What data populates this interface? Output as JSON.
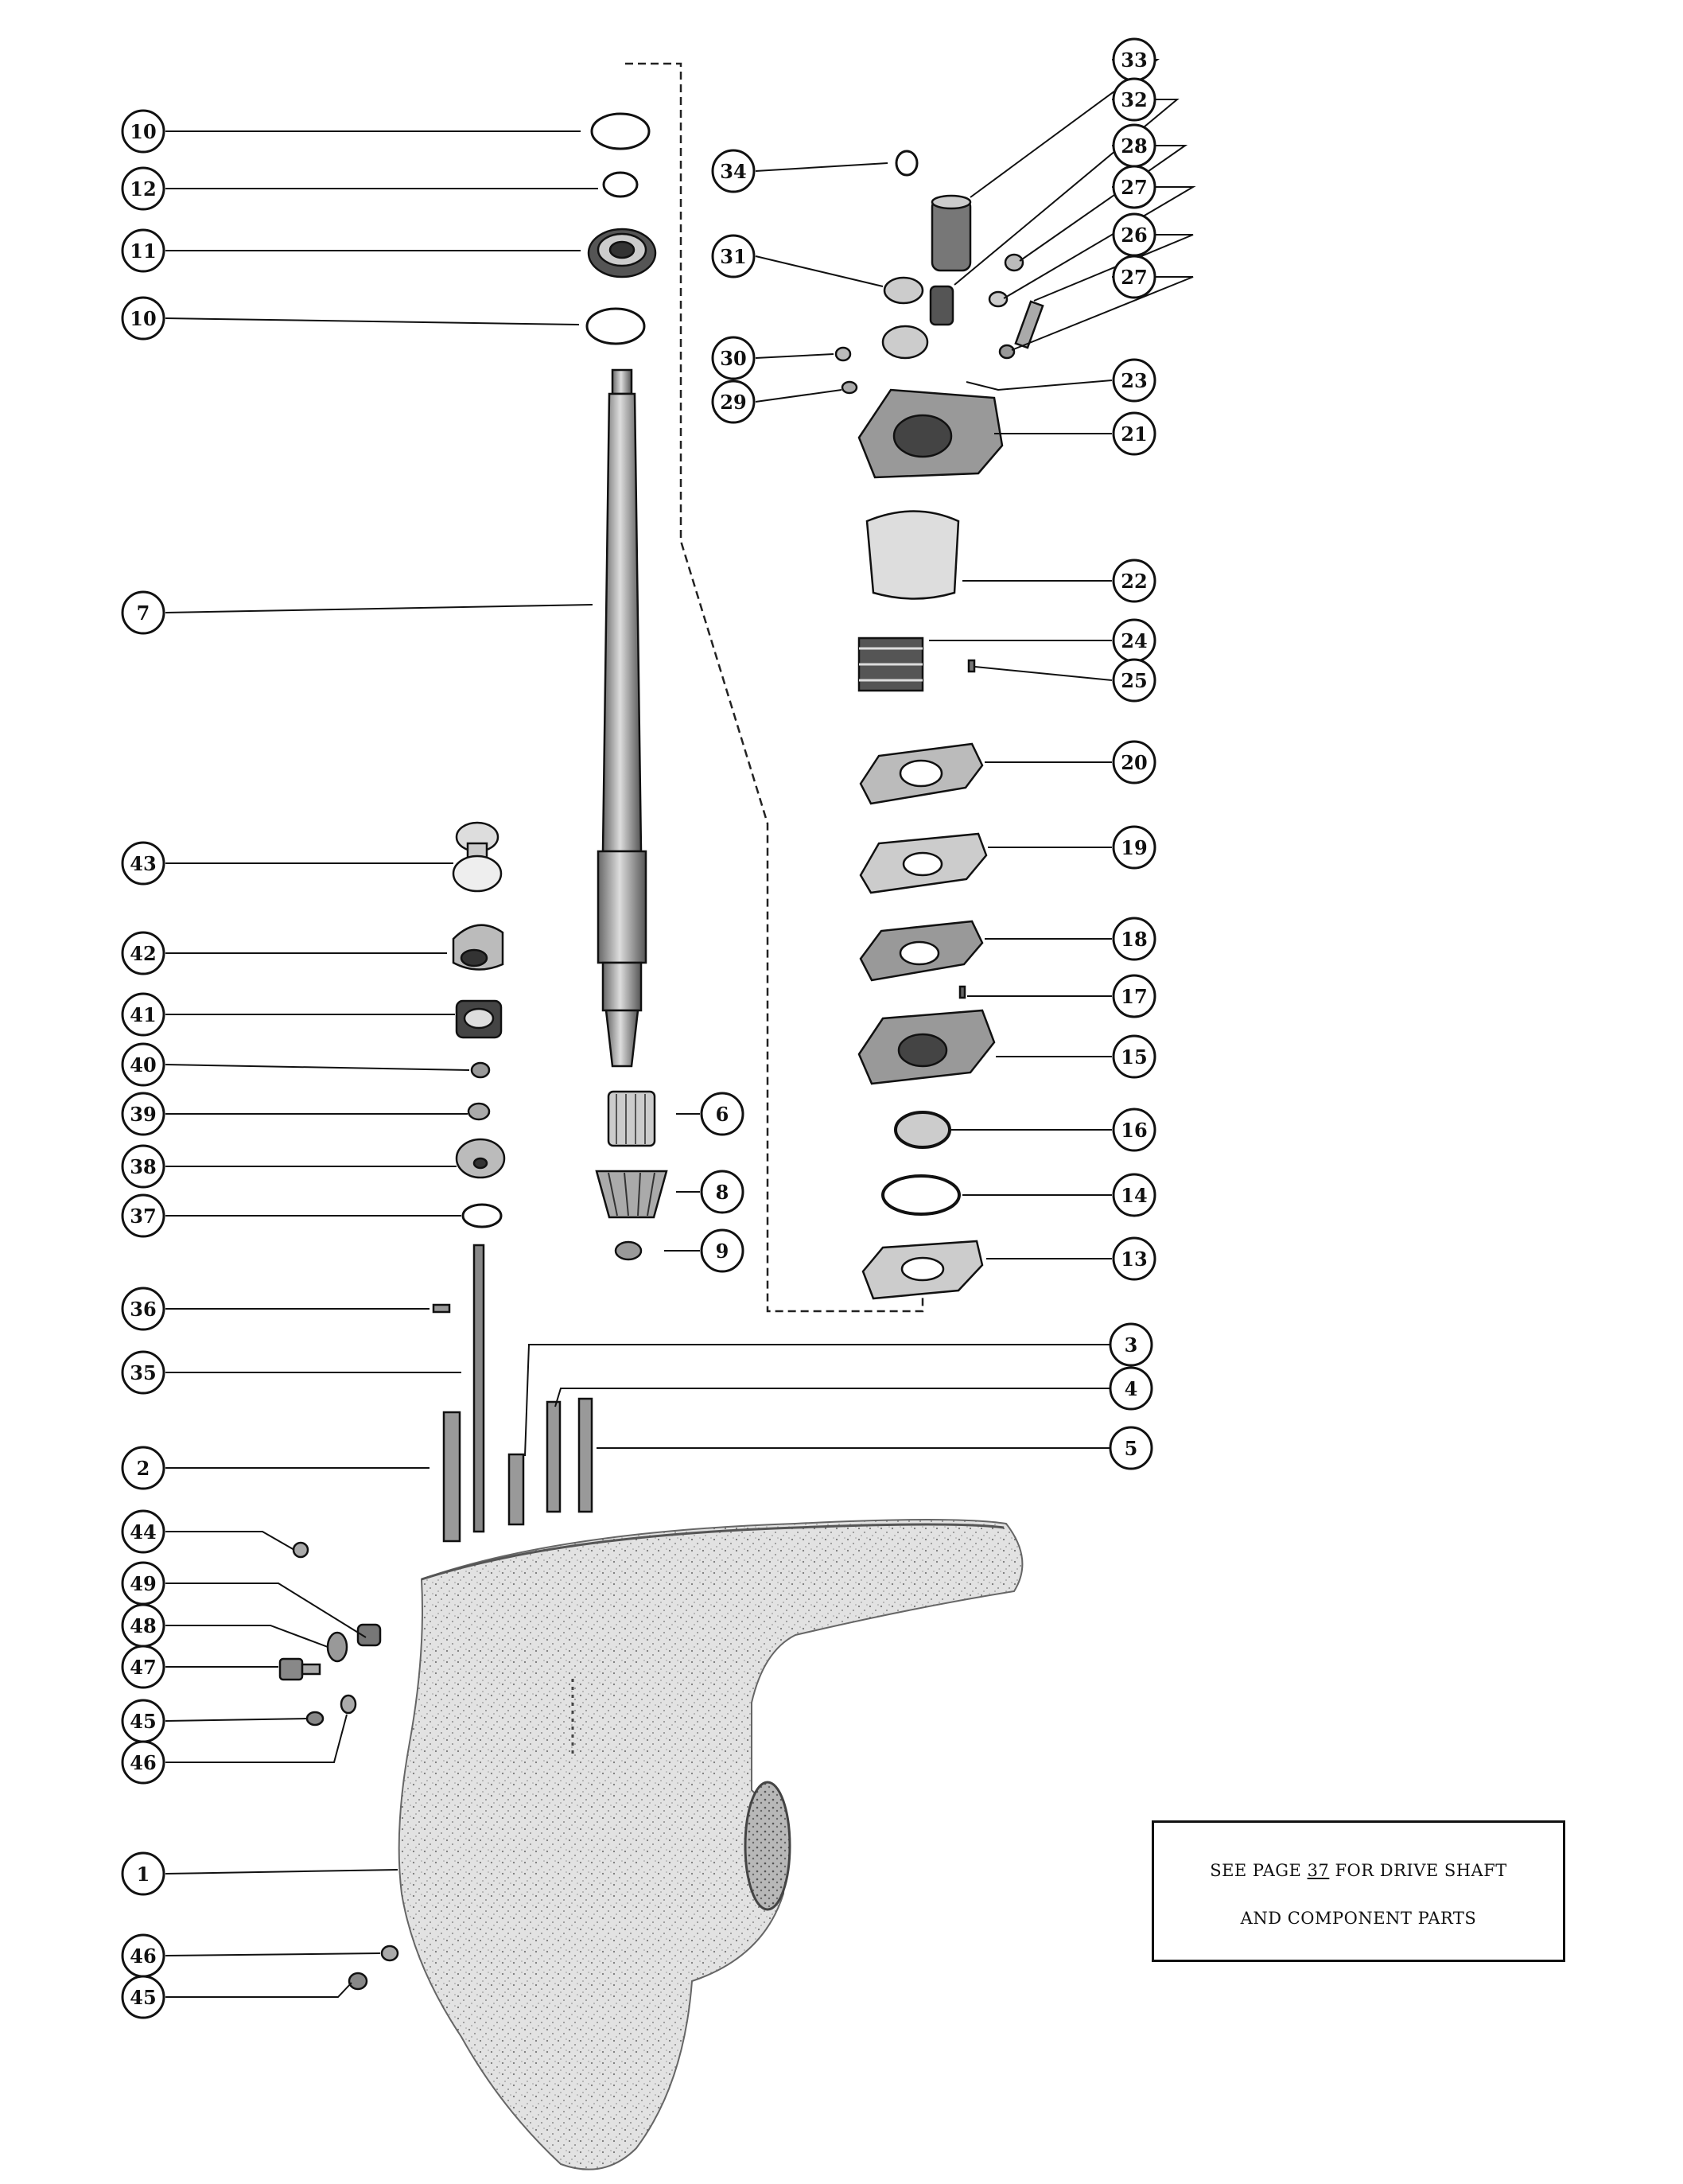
{
  "diagram": {
    "note": {
      "line1_before": "SEE PAGE ",
      "page_number": "37",
      "line1_after": " FOR DRIVE SHAFT",
      "line2": "AND COMPONENT PARTS"
    },
    "callouts": [
      {
        "id": "c10a",
        "num": "10"
      },
      {
        "id": "c12",
        "num": "12"
      },
      {
        "id": "c11",
        "num": "11"
      },
      {
        "id": "c10b",
        "num": "10"
      },
      {
        "id": "c7",
        "num": "7"
      },
      {
        "id": "c43",
        "num": "43"
      },
      {
        "id": "c42",
        "num": "42"
      },
      {
        "id": "c41",
        "num": "41"
      },
      {
        "id": "c40",
        "num": "40"
      },
      {
        "id": "c39",
        "num": "39"
      },
      {
        "id": "c38",
        "num": "38"
      },
      {
        "id": "c37",
        "num": "37"
      },
      {
        "id": "c36",
        "num": "36"
      },
      {
        "id": "c35",
        "num": "35"
      },
      {
        "id": "c2",
        "num": "2"
      },
      {
        "id": "c44",
        "num": "44"
      },
      {
        "id": "c49",
        "num": "49"
      },
      {
        "id": "c48",
        "num": "48"
      },
      {
        "id": "c47",
        "num": "47"
      },
      {
        "id": "c45a",
        "num": "45"
      },
      {
        "id": "c46a",
        "num": "46"
      },
      {
        "id": "c1",
        "num": "1"
      },
      {
        "id": "c46b",
        "num": "46"
      },
      {
        "id": "c45b",
        "num": "45"
      },
      {
        "id": "c34",
        "num": "34"
      },
      {
        "id": "c31",
        "num": "31"
      },
      {
        "id": "c30",
        "num": "30"
      },
      {
        "id": "c29",
        "num": "29"
      },
      {
        "id": "c6",
        "num": "6"
      },
      {
        "id": "c8",
        "num": "8"
      },
      {
        "id": "c9",
        "num": "9"
      },
      {
        "id": "c3",
        "num": "3"
      },
      {
        "id": "c4",
        "num": "4"
      },
      {
        "id": "c5",
        "num": "5"
      },
      {
        "id": "c33",
        "num": "33"
      },
      {
        "id": "c32",
        "num": "32"
      },
      {
        "id": "c28",
        "num": "28"
      },
      {
        "id": "c27a",
        "num": "27"
      },
      {
        "id": "c26",
        "num": "26"
      },
      {
        "id": "c27b",
        "num": "27"
      },
      {
        "id": "c23",
        "num": "23"
      },
      {
        "id": "c21",
        "num": "21"
      },
      {
        "id": "c22",
        "num": "22"
      },
      {
        "id": "c24",
        "num": "24"
      },
      {
        "id": "c25",
        "num": "25"
      },
      {
        "id": "c20",
        "num": "20"
      },
      {
        "id": "c19",
        "num": "19"
      },
      {
        "id": "c18",
        "num": "18"
      },
      {
        "id": "c17",
        "num": "17"
      },
      {
        "id": "c15",
        "num": "15"
      },
      {
        "id": "c16",
        "num": "16"
      },
      {
        "id": "c14",
        "num": "14"
      },
      {
        "id": "c13",
        "num": "13"
      }
    ]
  }
}
